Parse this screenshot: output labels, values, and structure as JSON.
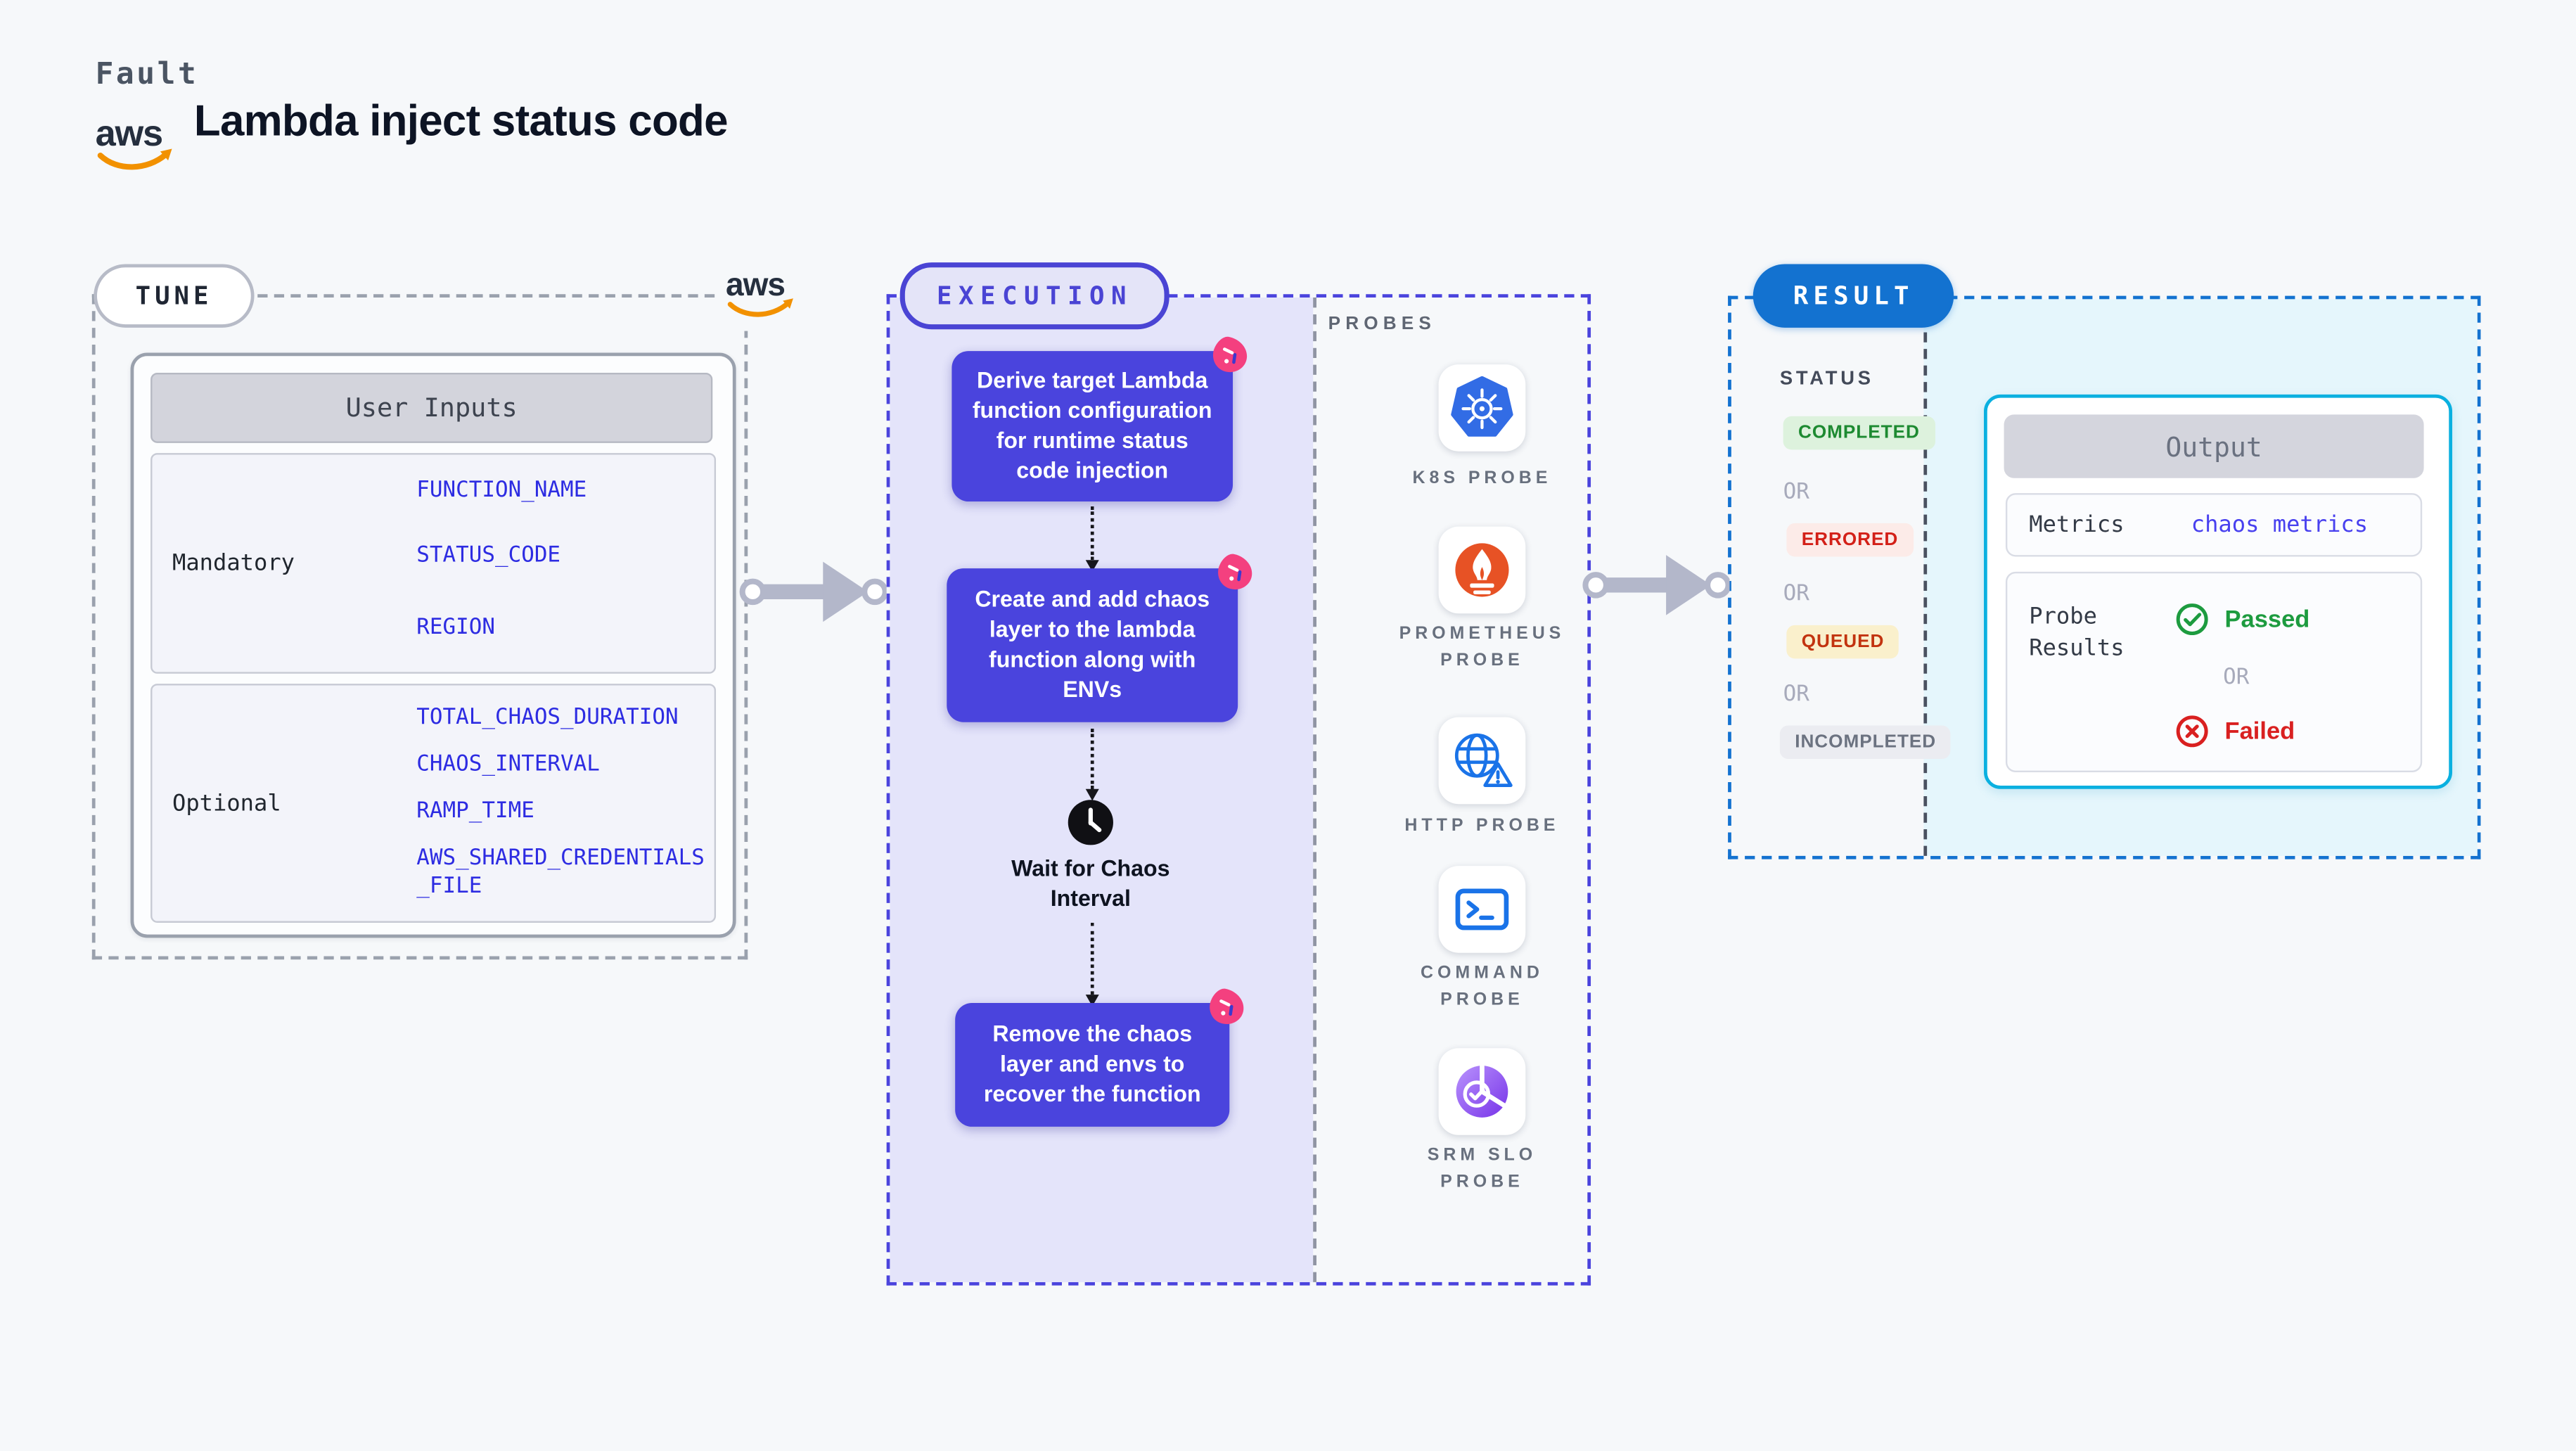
{
  "header": {
    "eyebrow": "Fault",
    "title": "Lambda inject status code",
    "aws_logo_text": "aws"
  },
  "tune": {
    "badge": "TUNE",
    "card_title": "User Inputs",
    "rows": [
      {
        "label": "Mandatory",
        "values": [
          "FUNCTION_NAME",
          "STATUS_CODE",
          "REGION"
        ]
      },
      {
        "label": "Optional",
        "values": [
          "TOTAL_CHAOS_DURATION",
          "CHAOS_INTERVAL",
          "RAMP_TIME",
          "AWS_SHARED_CREDENTIALS_FILE"
        ]
      }
    ]
  },
  "execution": {
    "badge": "EXECUTION",
    "steps": [
      "Derive target Lambda function configuration for runtime status code injection",
      "Create and add chaos layer to the lambda function along with ENVs",
      "Remove the chaos layer and envs to recover the function"
    ],
    "wait_label": "Wait for Chaos Interval"
  },
  "probes": {
    "title": "PROBES",
    "items": [
      {
        "label": "K8S PROBE",
        "icon": "kubernetes-icon"
      },
      {
        "label": "PROMETHEUS PROBE",
        "icon": "prometheus-icon"
      },
      {
        "label": "HTTP PROBE",
        "icon": "http-globe-icon"
      },
      {
        "label": "COMMAND PROBE",
        "icon": "terminal-icon"
      },
      {
        "label": "SRM SLO PROBE",
        "icon": "srm-slo-icon"
      }
    ]
  },
  "result": {
    "badge": "RESULT",
    "status_title": "STATUS",
    "or_label": "OR",
    "statuses": [
      {
        "label": "COMPLETED",
        "kind": "success"
      },
      {
        "label": "ERRORED",
        "kind": "error"
      },
      {
        "label": "QUEUED",
        "kind": "warning"
      },
      {
        "label": "INCOMPLETED",
        "kind": "neutral"
      }
    ],
    "output": {
      "title": "Output",
      "metrics_label": "Metrics",
      "metrics_value": "chaos metrics",
      "probe_results_label": "Probe Results",
      "passed_label": "Passed",
      "failed_label": "Failed"
    }
  },
  "colors": {
    "indigo": "#4a44dd",
    "lavender": "#e4e4fa",
    "result_blue": "#1372d0",
    "cyan_border": "#0ab0e0",
    "cyan_fill": "#e5f6fc",
    "litmus_pink": "#f4407f",
    "k8s_blue": "#326ce5",
    "prometheus_orange": "#e75225",
    "http_blue": "#1a73e8",
    "srm_purple": "#7c3bed",
    "env_var_blue": "#2d2ce2",
    "success_green": "#1d9b3f",
    "fail_red": "#d92020",
    "aws_orange": "#f29100"
  }
}
